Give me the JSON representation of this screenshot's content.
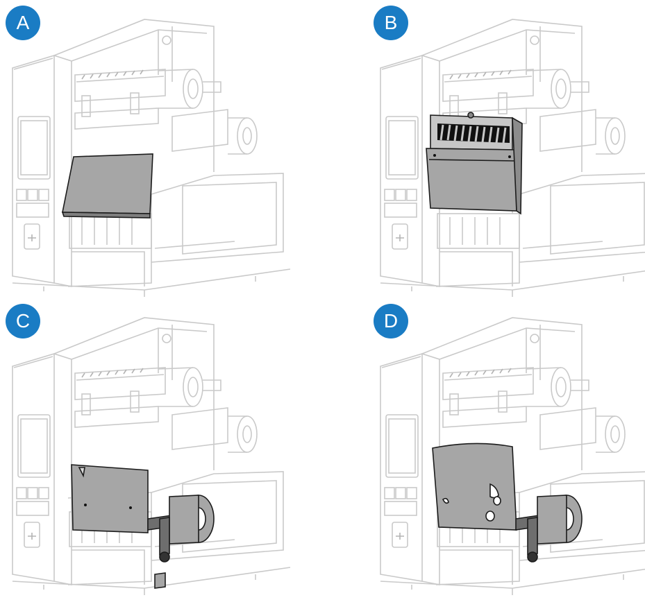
{
  "panels": [
    {
      "label": "A",
      "accessory": "tear-off-plate"
    },
    {
      "label": "B",
      "accessory": "cutter-module"
    },
    {
      "label": "C",
      "accessory": "peel-off-plate"
    },
    {
      "label": "D",
      "accessory": "liner-takeup-plate"
    }
  ],
  "colors": {
    "badge": "#1a7cc4",
    "badge_text": "#ffffff",
    "printer_outline": "#c9c9c9",
    "accessory_fill": "#a6a6a6",
    "accessory_outline": "#1b1b1b"
  }
}
